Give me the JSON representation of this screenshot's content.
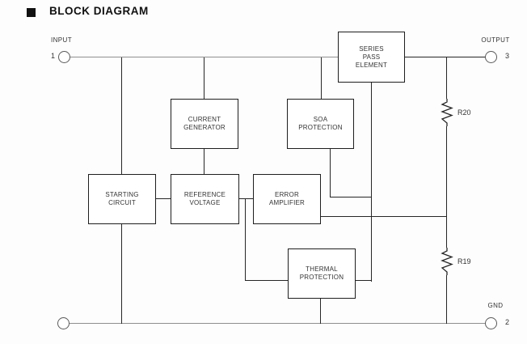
{
  "title": "BLOCK DIAGRAM",
  "terminals": {
    "input": {
      "label": "INPUT",
      "pin": "1"
    },
    "output": {
      "label": "OUTPUT",
      "pin": "3"
    },
    "gnd": {
      "label": "GND",
      "pin": "2"
    }
  },
  "blocks": {
    "series_pass": {
      "label": "SERIES\nPASS\nELEMENT"
    },
    "current_generator": {
      "label": "CURRENT\nGENERATOR"
    },
    "soa_protection": {
      "label": "SOA\nPROTECTION"
    },
    "starting_circuit": {
      "label": "STARTING\nCIRCUIT"
    },
    "reference_voltage": {
      "label": "REFERENCE\nVOLTAGE"
    },
    "error_amplifier": {
      "label": "ERROR\nAMPLIFIER"
    },
    "thermal_protection": {
      "label": "THERMAL\nPROTECTION"
    }
  },
  "resistors": {
    "r20": {
      "label": "R20"
    },
    "r19": {
      "label": "R19"
    }
  },
  "colors": {
    "wire_black": "#262626",
    "rail_gray": "#8f8f8f",
    "text": "#333333",
    "title": "#101010"
  }
}
